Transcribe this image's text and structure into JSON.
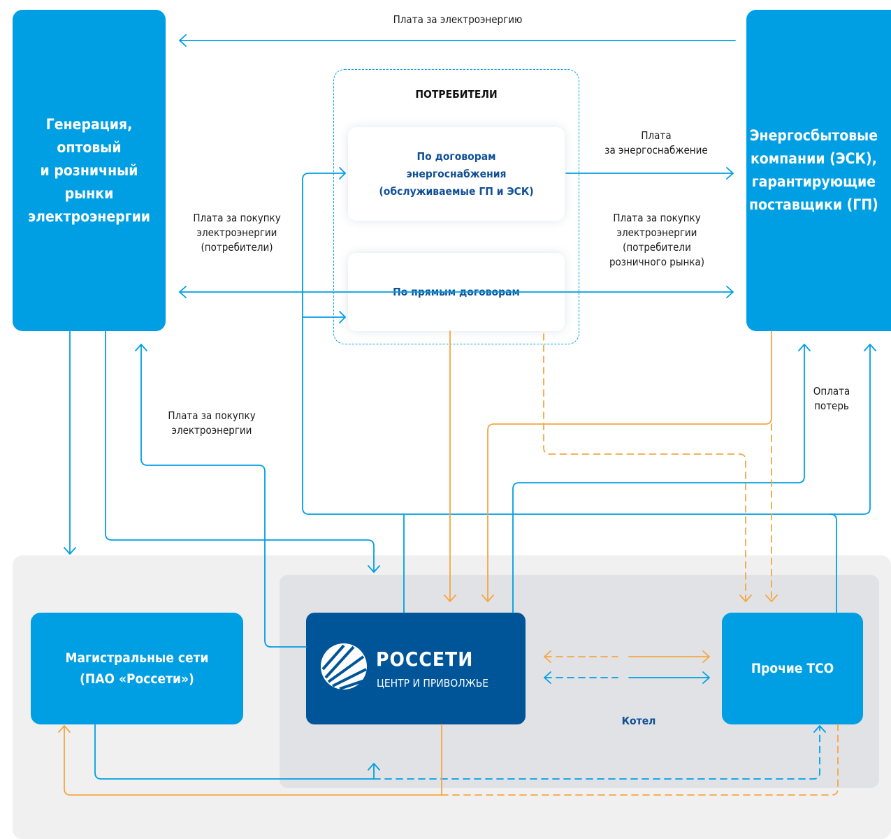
{
  "colors": {
    "blue": "#009fe3",
    "dark_blue": "#005598",
    "orange": "#f5a642",
    "text_blue": "#0f4f96"
  },
  "boxes": {
    "generation": "Генерация,\nоптовый\nи розничный\nрынки\nэлектроэнергии",
    "esk": "Энергосбытовые\nкомпании (ЭСК),\nгарантирующие\nпоставщики (ГП)",
    "consumers_title": "ПОТРЕБИТЕЛИ",
    "supply_contracts": "По договорам\nэнергоснабжения\n(обслуживаемые ГП и ЭСК)",
    "direct_contracts": "По прямым договорам",
    "main_grids": "Магистральные сети\n(ПАО «Россети»)",
    "rosseti_name": "РОССЕТИ",
    "rosseti_sub": "ЦЕНТР И ПРИВОЛЖЬЕ",
    "other_tso": "Прочие ТСО",
    "kotel": "Котел"
  },
  "labels": {
    "top_payment": "Плата за электроэнергию",
    "supply_payment": "Плата\nза энергоснабжение",
    "left_purchase": "Плата за покупку\nэлектроэнергии\n(потребители)",
    "right_purchase": "Плата за покупку\nэлектроэнергии\n(потребители\nрозничного рынка)",
    "mid_purchase": "Плата за покупку\nэлектроэнергии",
    "loss_payment": "Оплата\nпотерь"
  }
}
